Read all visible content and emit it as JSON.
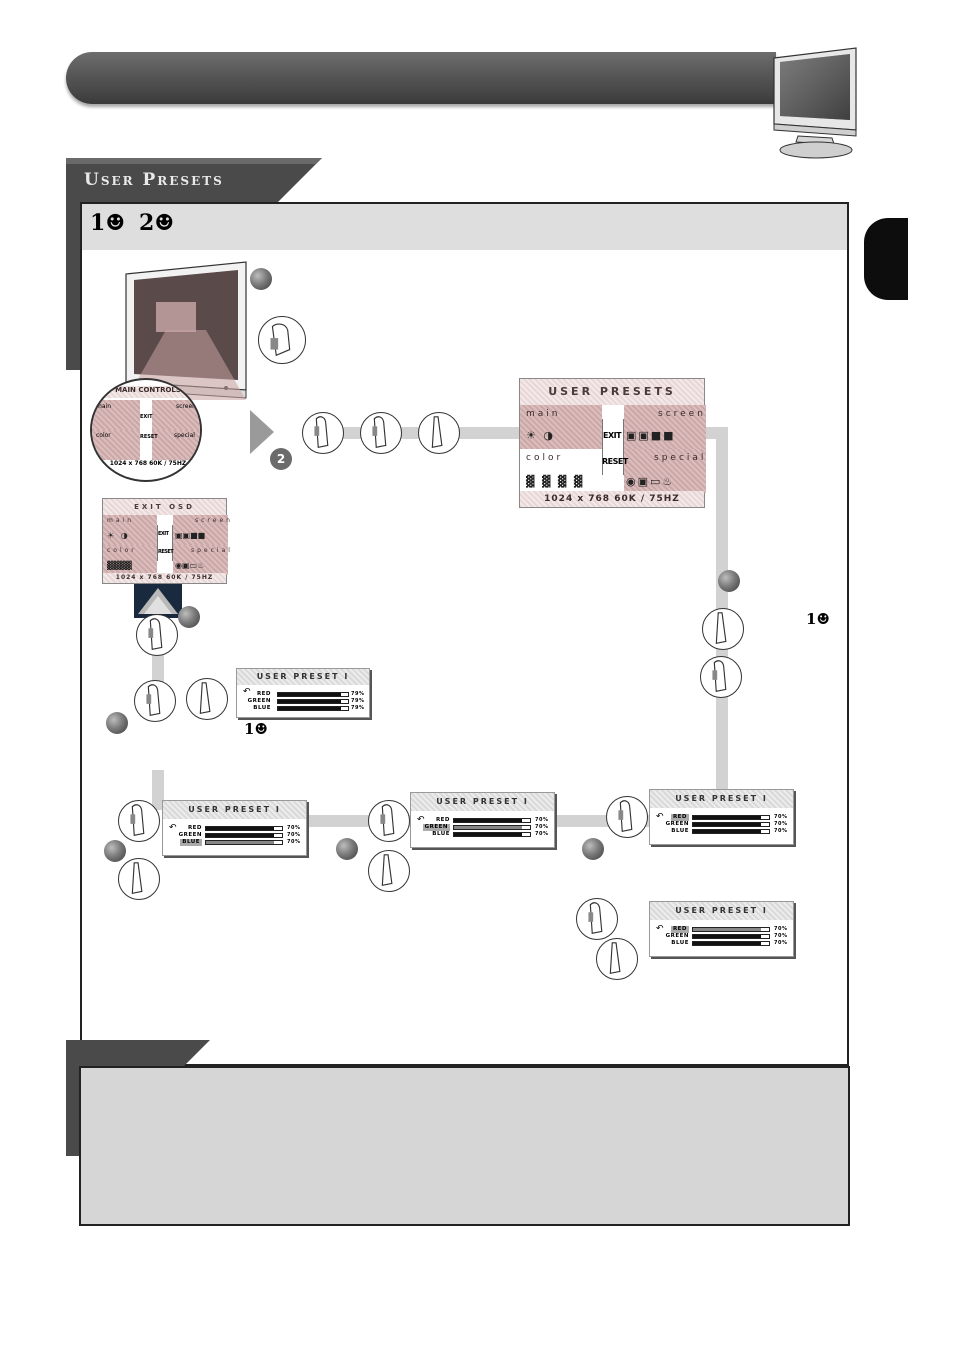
{
  "section": {
    "title": "User Presets"
  },
  "presets": {
    "one_label": "1",
    "two_label": "2",
    "person_glyph": "☻"
  },
  "steps": {
    "step2_label": "2"
  },
  "osd_main": {
    "caption": "MAIN CONTROLS",
    "labels": {
      "main": "main",
      "screen": "screen",
      "color": "color",
      "special": "special"
    },
    "exit": "EXIT",
    "reset": "RESET",
    "footer": "1024 x 768    60K / 75HZ"
  },
  "osd_user": {
    "caption": "USER PRESETS",
    "labels": {
      "main": "main",
      "screen": "screen",
      "color": "color",
      "special": "special"
    },
    "exit": "EXIT",
    "reset": "RESET",
    "footer": "1024 x 768    60K / 75HZ"
  },
  "osd_exit": {
    "caption": "EXIT OSD",
    "labels": {
      "main": "main",
      "screen": "screen",
      "color": "color",
      "special": "special"
    },
    "exit": "EXIT",
    "reset": "RESET",
    "footer": "1024 x 768    60K / 75HZ"
  },
  "user_preset_box": {
    "caption": "USER PRESET I",
    "red_label": "RED",
    "green_label": "GREEN",
    "blue_label": "BLUE",
    "pct_a": "79%",
    "pct_b": "70%"
  },
  "levels": {
    "red": 0.9,
    "green": 0.9,
    "blue": 0.9
  },
  "colors": {
    "header": "#4a4a4a",
    "panel_border": "#222222",
    "note_bg": "#d6d6d6",
    "osd_accent": "#caa8a8"
  }
}
